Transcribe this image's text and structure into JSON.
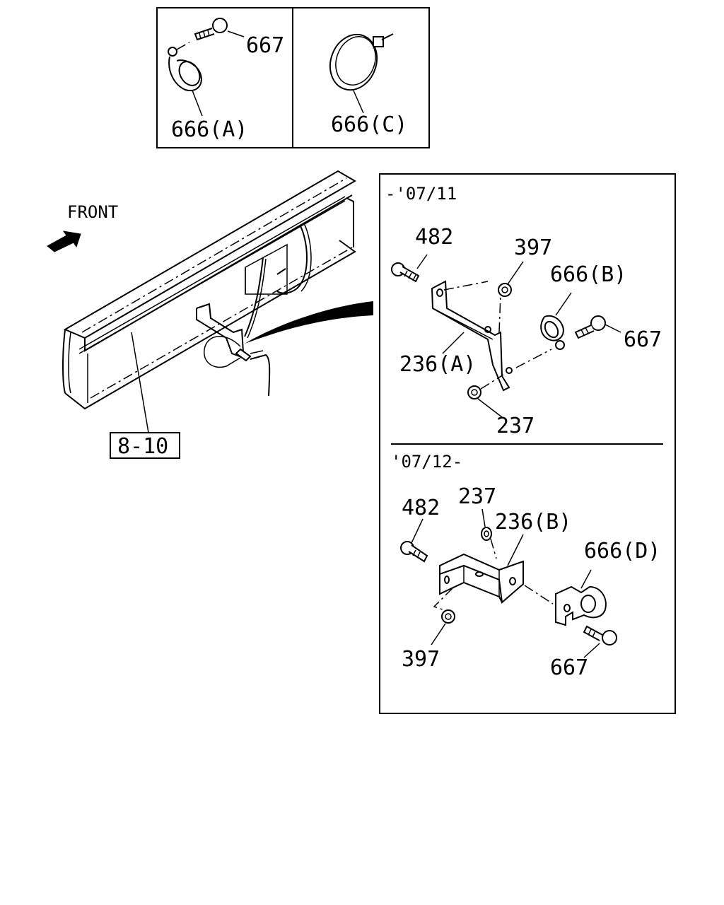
{
  "inset_top": {
    "left_panel": {
      "label_bolt": "667",
      "label_clip": "666(A)"
    },
    "right_panel": {
      "label_band": "666(C)"
    }
  },
  "main": {
    "front_label": "FRONT",
    "ref_box": "8-10"
  },
  "detail": {
    "upper": {
      "period": "-'07/11",
      "labels": {
        "bolt": "482",
        "nut_top": "397",
        "clip": "666(B)",
        "bolt_clip": "667",
        "bracket": "236(A)",
        "nut_bottom": "237"
      }
    },
    "lower": {
      "period": "'07/12-",
      "labels": {
        "bolt": "482",
        "washer": "237",
        "bracket": "236(B)",
        "clip": "666(D)",
        "nut": "397",
        "bolt_clip": "667"
      }
    }
  }
}
